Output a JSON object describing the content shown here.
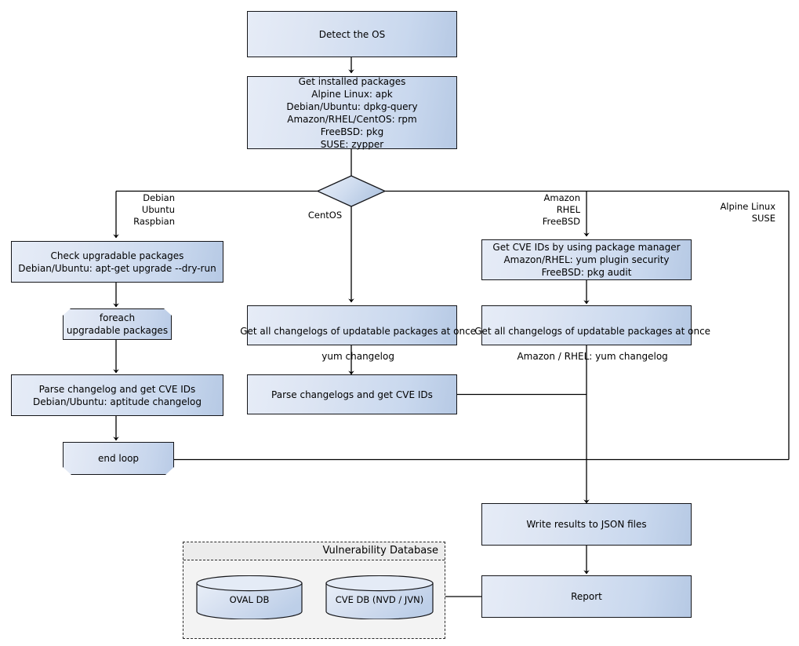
{
  "diagram": {
    "title": "Vulnerability scanner flow",
    "colors": {
      "node_fill_light": "#e6ecf7",
      "node_fill_dark": "#b6c9e4",
      "node_stroke": "#15161a",
      "edge_stroke": "#000000",
      "group_fill": "#f3f3f3",
      "group_stroke": "#2b2b2b"
    },
    "nodes": {
      "detect_os": {
        "label": "Detect the OS"
      },
      "get_installed": {
        "line1": "Get installed packages",
        "line2": "Alpine Linux: apk",
        "line3": "Debian/Ubuntu: dpkg-query",
        "line4": "Amazon/RHEL/CentOS: rpm",
        "line5": "FreeBSD: pkg",
        "line6": "SUSE: zypper"
      },
      "decision": {
        "label": ""
      },
      "check_upgradable": {
        "line1": "Check upgradable packages",
        "line2": "Debian/Ubuntu: apt-get upgrade --dry-run"
      },
      "foreach": {
        "line1": "foreach",
        "line2": "upgradable  packages"
      },
      "parse_changelog_deb": {
        "line1": "Parse changelog and get  CVE IDs",
        "line2": "Debian/Ubuntu: aptitude changelog"
      },
      "end_loop": {
        "label": "end loop"
      },
      "changelogs_centos": {
        "line1": "Get all changelogs of updatable packages at once",
        "line2": "yum changelog"
      },
      "parse_changelogs_centos": {
        "label": "Parse changelogs and get CVE IDs"
      },
      "get_cve_ids_pm": {
        "line1": "Get CVE IDs by using package manager",
        "line2": "Amazon/RHEL: yum plugin security",
        "line3": "FreeBSD: pkg audit"
      },
      "changelogs_rhel": {
        "line1": "Get all changelogs of updatable packages at once",
        "line2": "Amazon / RHEL: yum changelog"
      },
      "write_json": {
        "label": "Write results to JSON files"
      },
      "report": {
        "label": "Report"
      }
    },
    "branch_labels": {
      "debian": "Debian\nUbuntu\nRaspbian",
      "centos": "CentOS",
      "amazon": "Amazon\nRHEL\nFreeBSD",
      "alpine": "Alpine Linux\nSUSE"
    },
    "group": {
      "title": "Vulnerability Database",
      "databases": [
        {
          "label": "OVAL DB"
        },
        {
          "label": "CVE DB (NVD / JVN)"
        }
      ]
    }
  }
}
